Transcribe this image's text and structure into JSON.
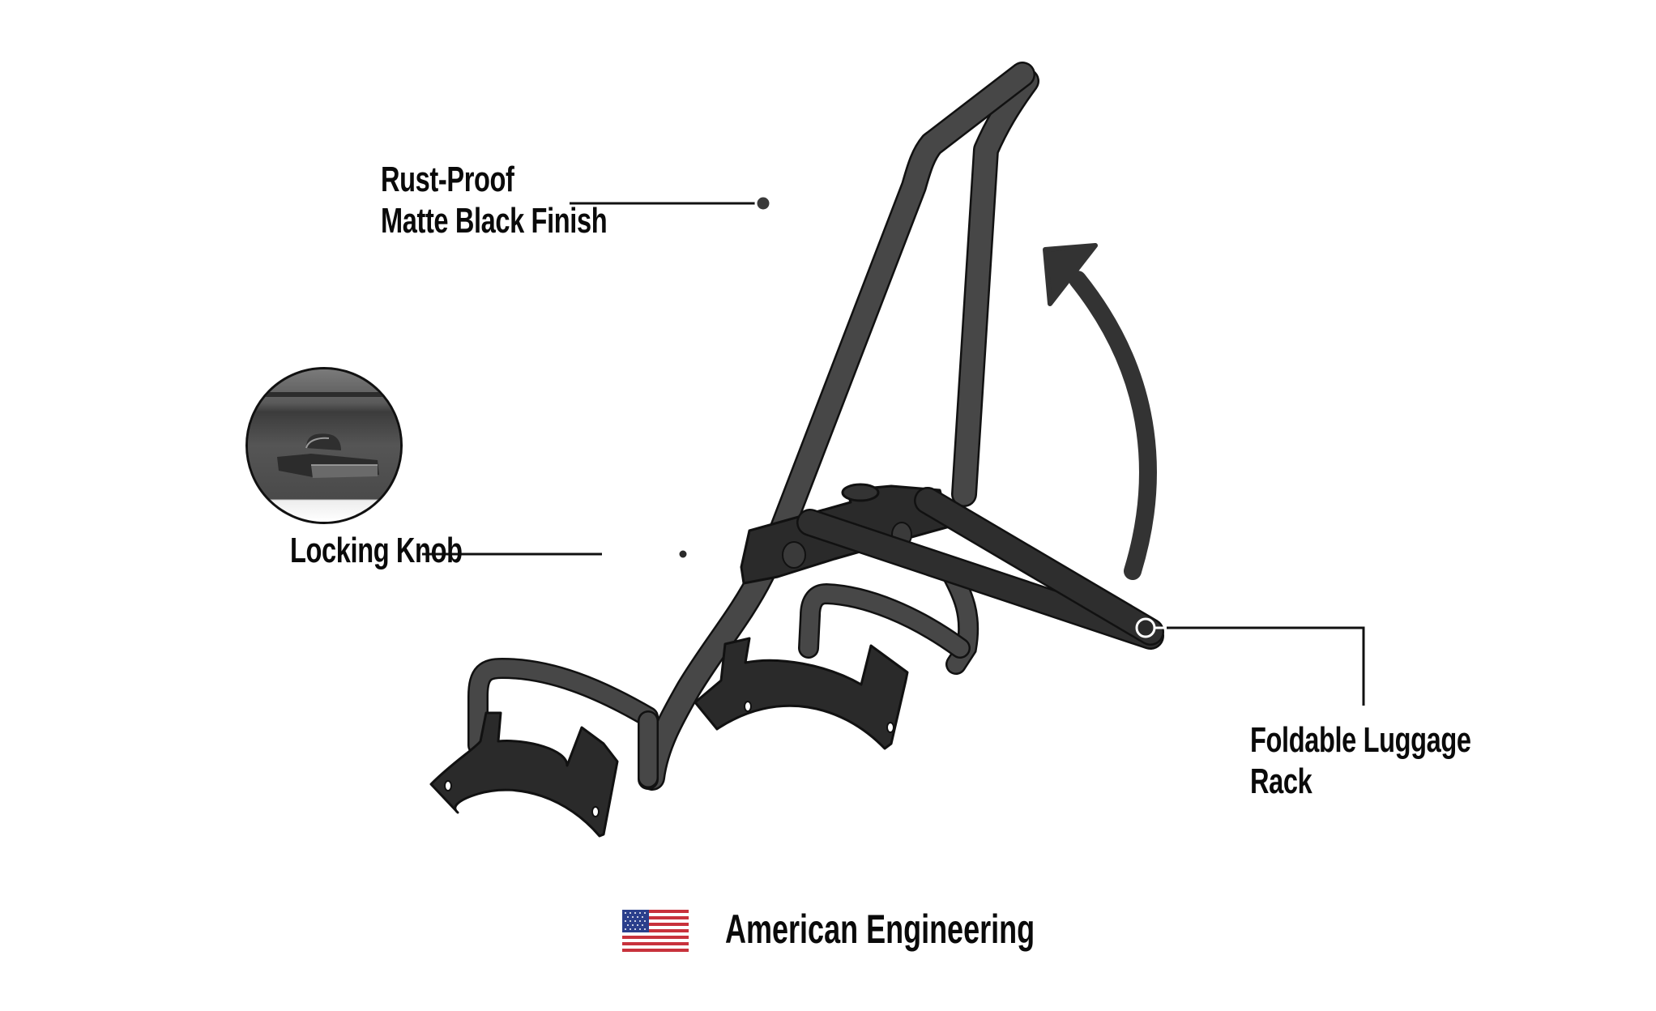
{
  "callouts": {
    "finish": {
      "line1": "Rust-Proof",
      "line2": "Matte Black Finish"
    },
    "knob": {
      "label": "Locking Knob"
    },
    "rack": {
      "line1": "Foldable Luggage",
      "line2": "Rack"
    }
  },
  "footer": {
    "flag_icon": "us-flag-icon",
    "text": "American Engineering"
  },
  "colors": {
    "background": "#ffffff",
    "tube": "#474747",
    "plate": "#2a2a2a",
    "outline": "#111111",
    "arrow": "#333333",
    "flag_red": "#c8323c",
    "flag_blue": "#2b3f8c"
  }
}
